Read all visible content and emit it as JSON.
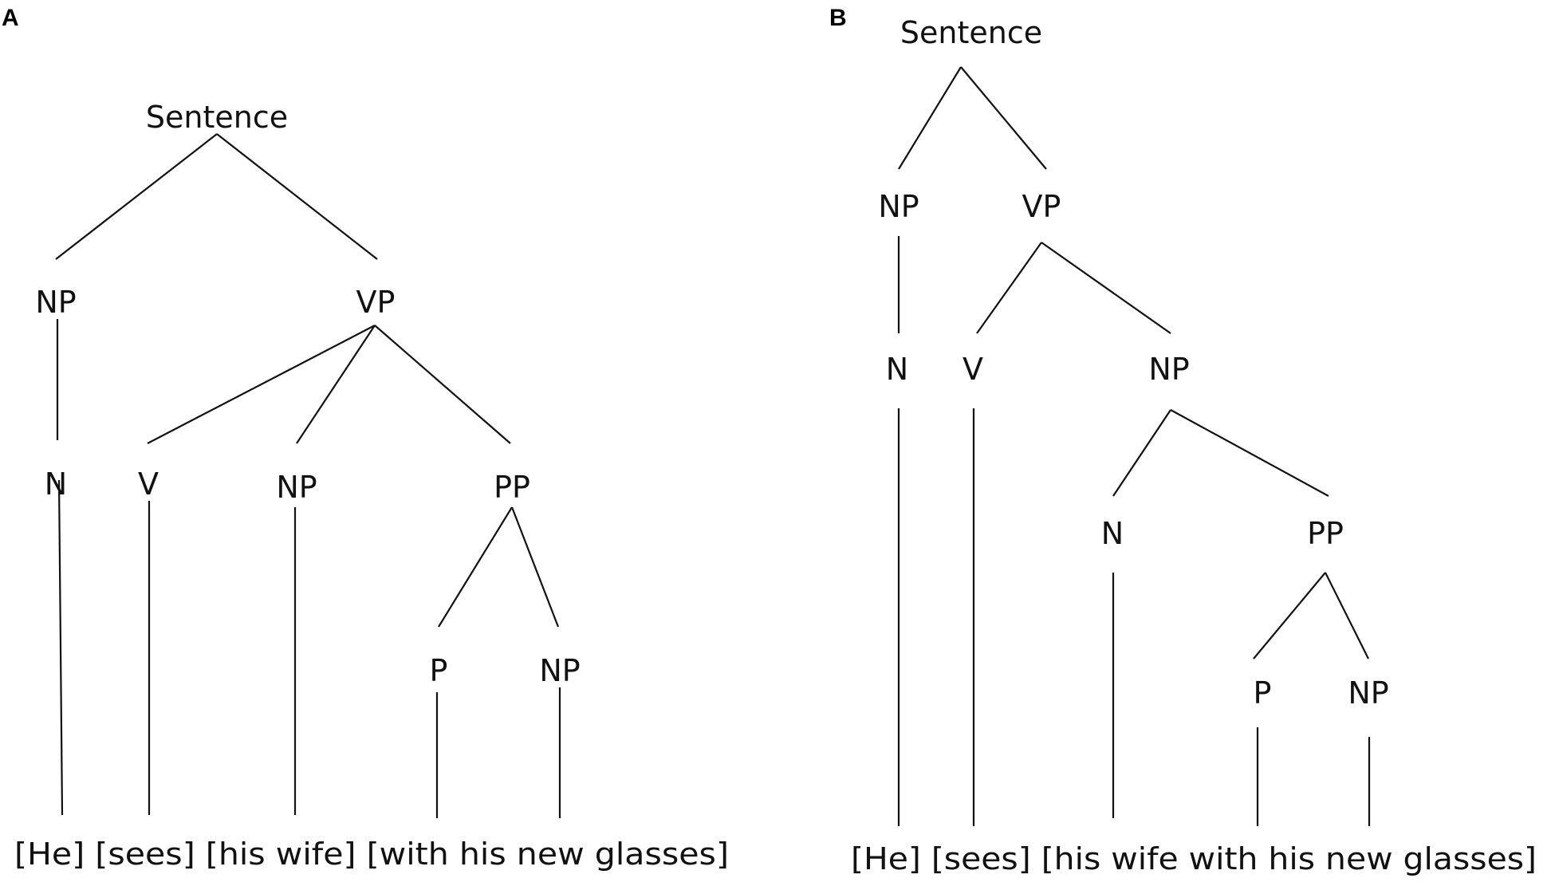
{
  "panel_a": {
    "label": "A",
    "nodes": {
      "root": "Sentence",
      "np": "NP",
      "vp": "VP",
      "n": "N",
      "v": "V",
      "np_obj": "NP",
      "pp": "PP",
      "p": "P",
      "np_pp": "NP"
    },
    "sentence": "[He] [sees] [his wife] [with his new glasses]"
  },
  "panel_b": {
    "label": "B",
    "nodes": {
      "root": "Sentence",
      "np": "NP",
      "vp": "VP",
      "n": "N",
      "v": "V",
      "np_obj": "NP",
      "n_obj": "N",
      "pp": "PP",
      "p": "P",
      "np_pp": "NP"
    },
    "sentence": "[He] [sees] [his wife with his new glasses]"
  }
}
